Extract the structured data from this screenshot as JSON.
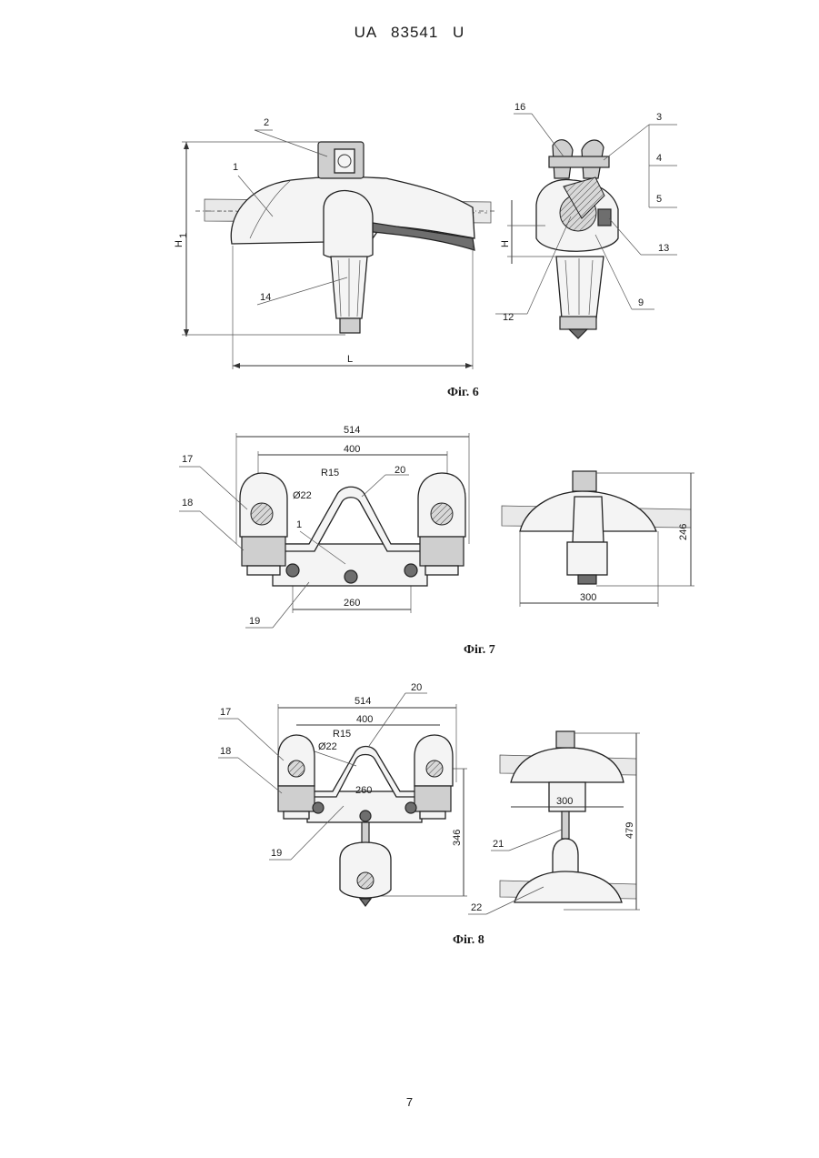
{
  "header": {
    "text": "UA   83541   U"
  },
  "page_number": "7",
  "fig6": {
    "caption": "Фіг. 6",
    "labels": {
      "l1": "1",
      "l2": "2",
      "l14": "14",
      "h1": "H",
      "h1_sub": "1",
      "len": "L",
      "l16": "16",
      "l3": "3",
      "l4": "4",
      "l5": "5",
      "l13": "13",
      "l9": "9",
      "l12": "12",
      "hh": "H"
    }
  },
  "fig7": {
    "caption": "Фіг. 7",
    "labels": {
      "d514": "514",
      "d400": "400",
      "r15": "R15",
      "d22": "Ø22",
      "l20": "20",
      "l17": "17",
      "l18": "18",
      "l1": "1",
      "d260": "260",
      "l19": "19",
      "d246": "246",
      "d300": "300"
    }
  },
  "fig8": {
    "caption": "Фіг. 8",
    "labels": {
      "d514": "514",
      "l20": "20",
      "d400": "400",
      "r15": "R15",
      "d22": "Ø22",
      "l17": "17",
      "l18": "18",
      "d260": "260",
      "d346": "346",
      "l19": "19",
      "d300": "300",
      "d479": "479",
      "l21": "21",
      "l22": "22"
    }
  }
}
